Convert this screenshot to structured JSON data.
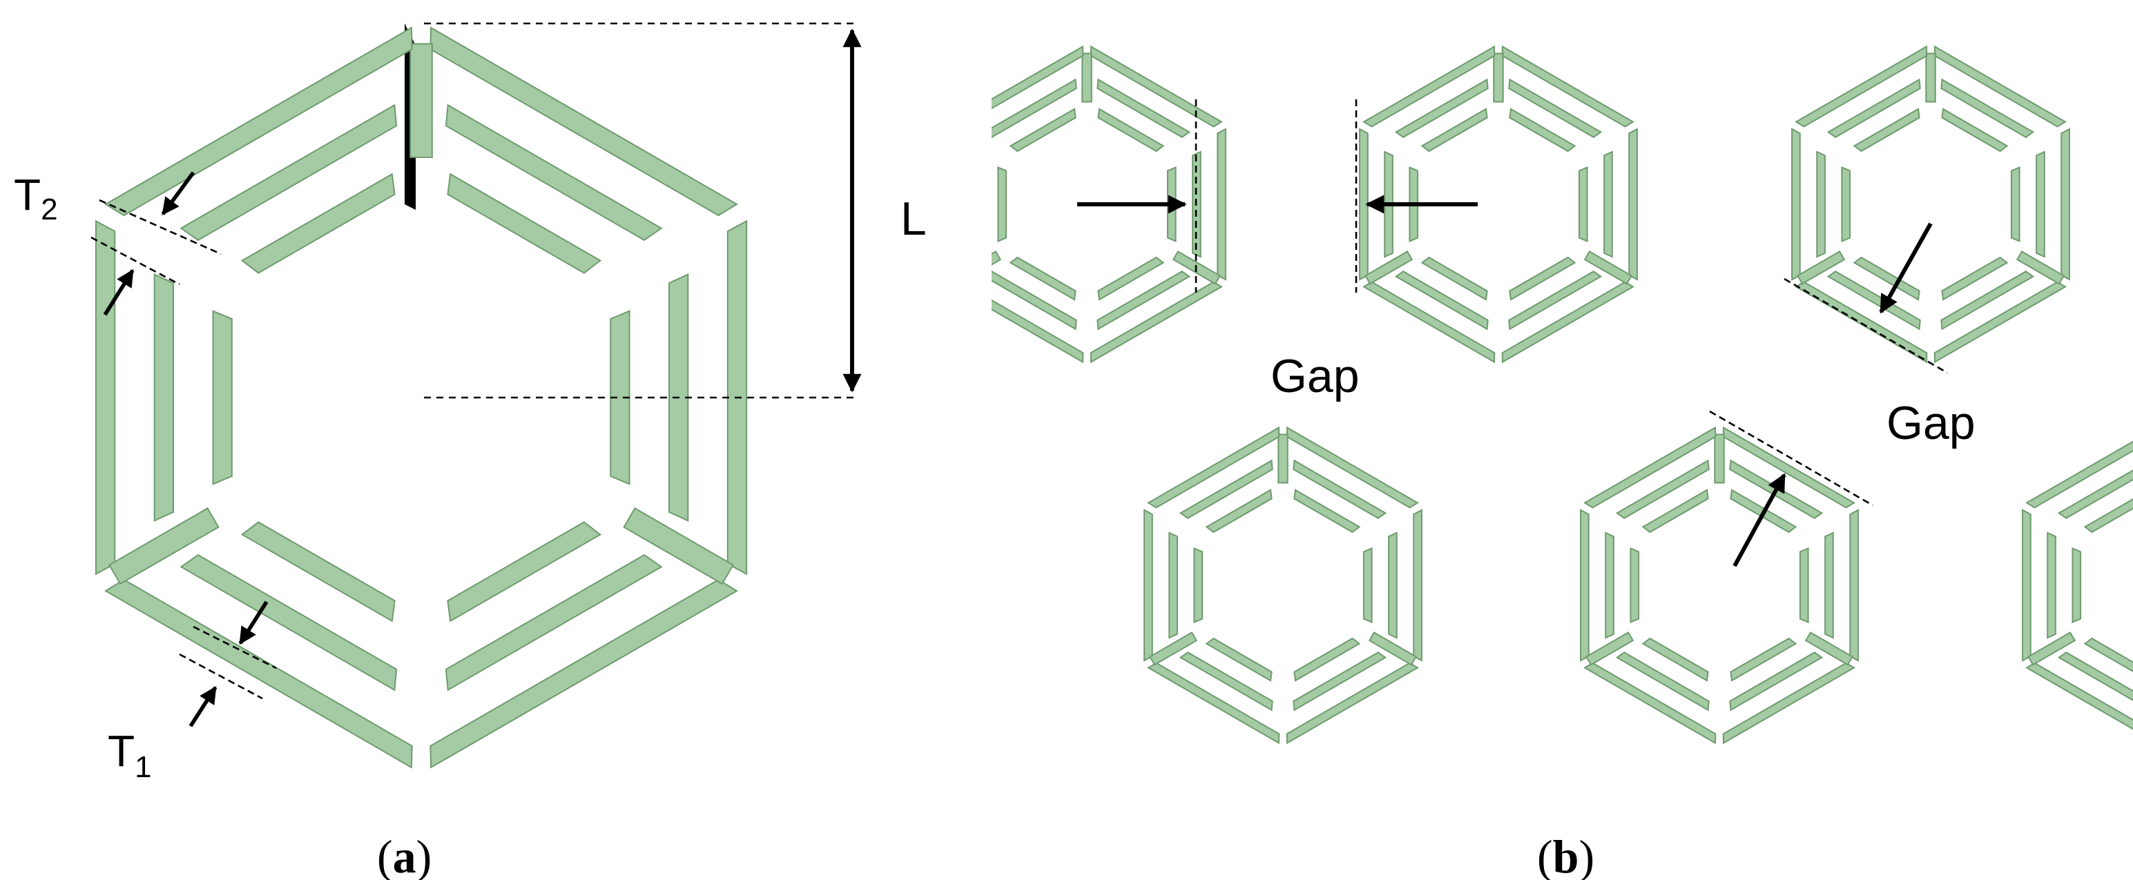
{
  "labels": {
    "t2": "T",
    "t2_sub": "2",
    "t1": "T",
    "t1_sub": "1",
    "length": "L",
    "gap_1": "Gap",
    "gap_2": "Gap"
  },
  "captions": {
    "a_open": "(",
    "a_letter": "a",
    "a_close": ")",
    "b_open": "(",
    "b_letter": "b",
    "b_close": ")"
  },
  "colors": {
    "resonator_fill": "#a4cba4",
    "resonator_stroke": "#6f9a6f",
    "annotation": "#000000",
    "background": "#ffffff"
  }
}
